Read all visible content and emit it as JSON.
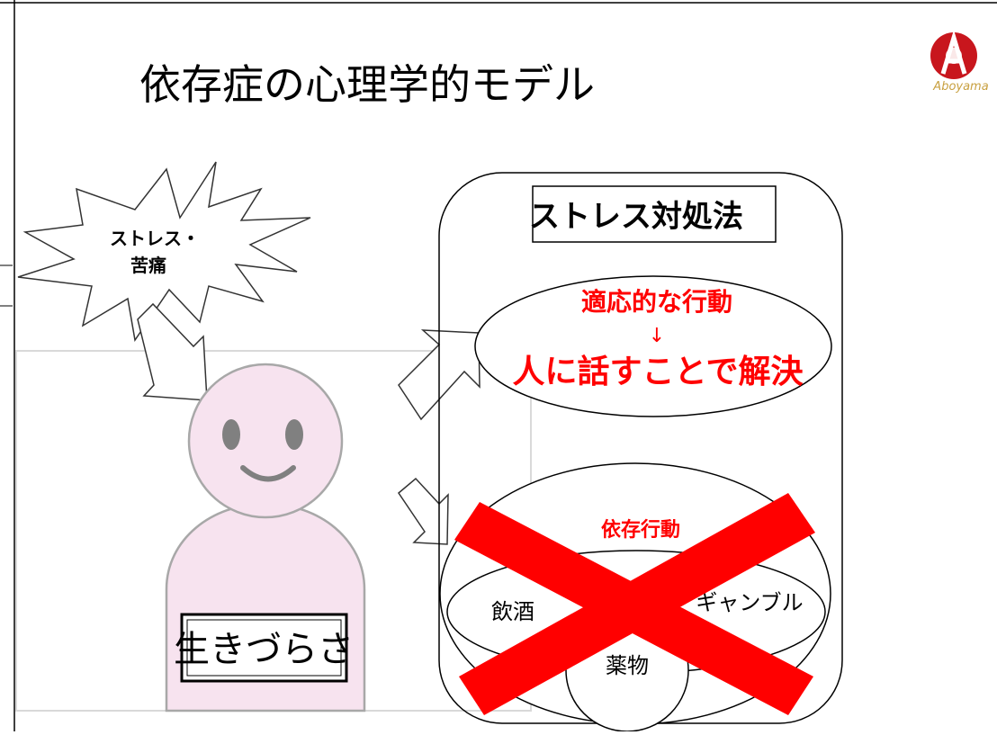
{
  "slide": {
    "title": "依存症の心理学的モデル",
    "logo_text": "Aboyama"
  },
  "stress_burst": {
    "line1": "ストレス・",
    "line2": "苦痛"
  },
  "person": {
    "label": "生きづらさ"
  },
  "coping_panel": {
    "title": "ストレス対処法",
    "adaptive": {
      "line1": "適応的な行動",
      "arrow": "↓",
      "line2": "人に話すことで解決"
    },
    "dependent": {
      "label": "依存行動",
      "items": [
        "飲酒",
        "ギャンブル",
        "薬物"
      ]
    }
  },
  "colors": {
    "accent_red": "#ff0000",
    "person_fill": "#f7e3ef",
    "person_stroke": "#a8a8a8",
    "logo_red": "#c8161d",
    "logo_gold": "#c8a040"
  }
}
